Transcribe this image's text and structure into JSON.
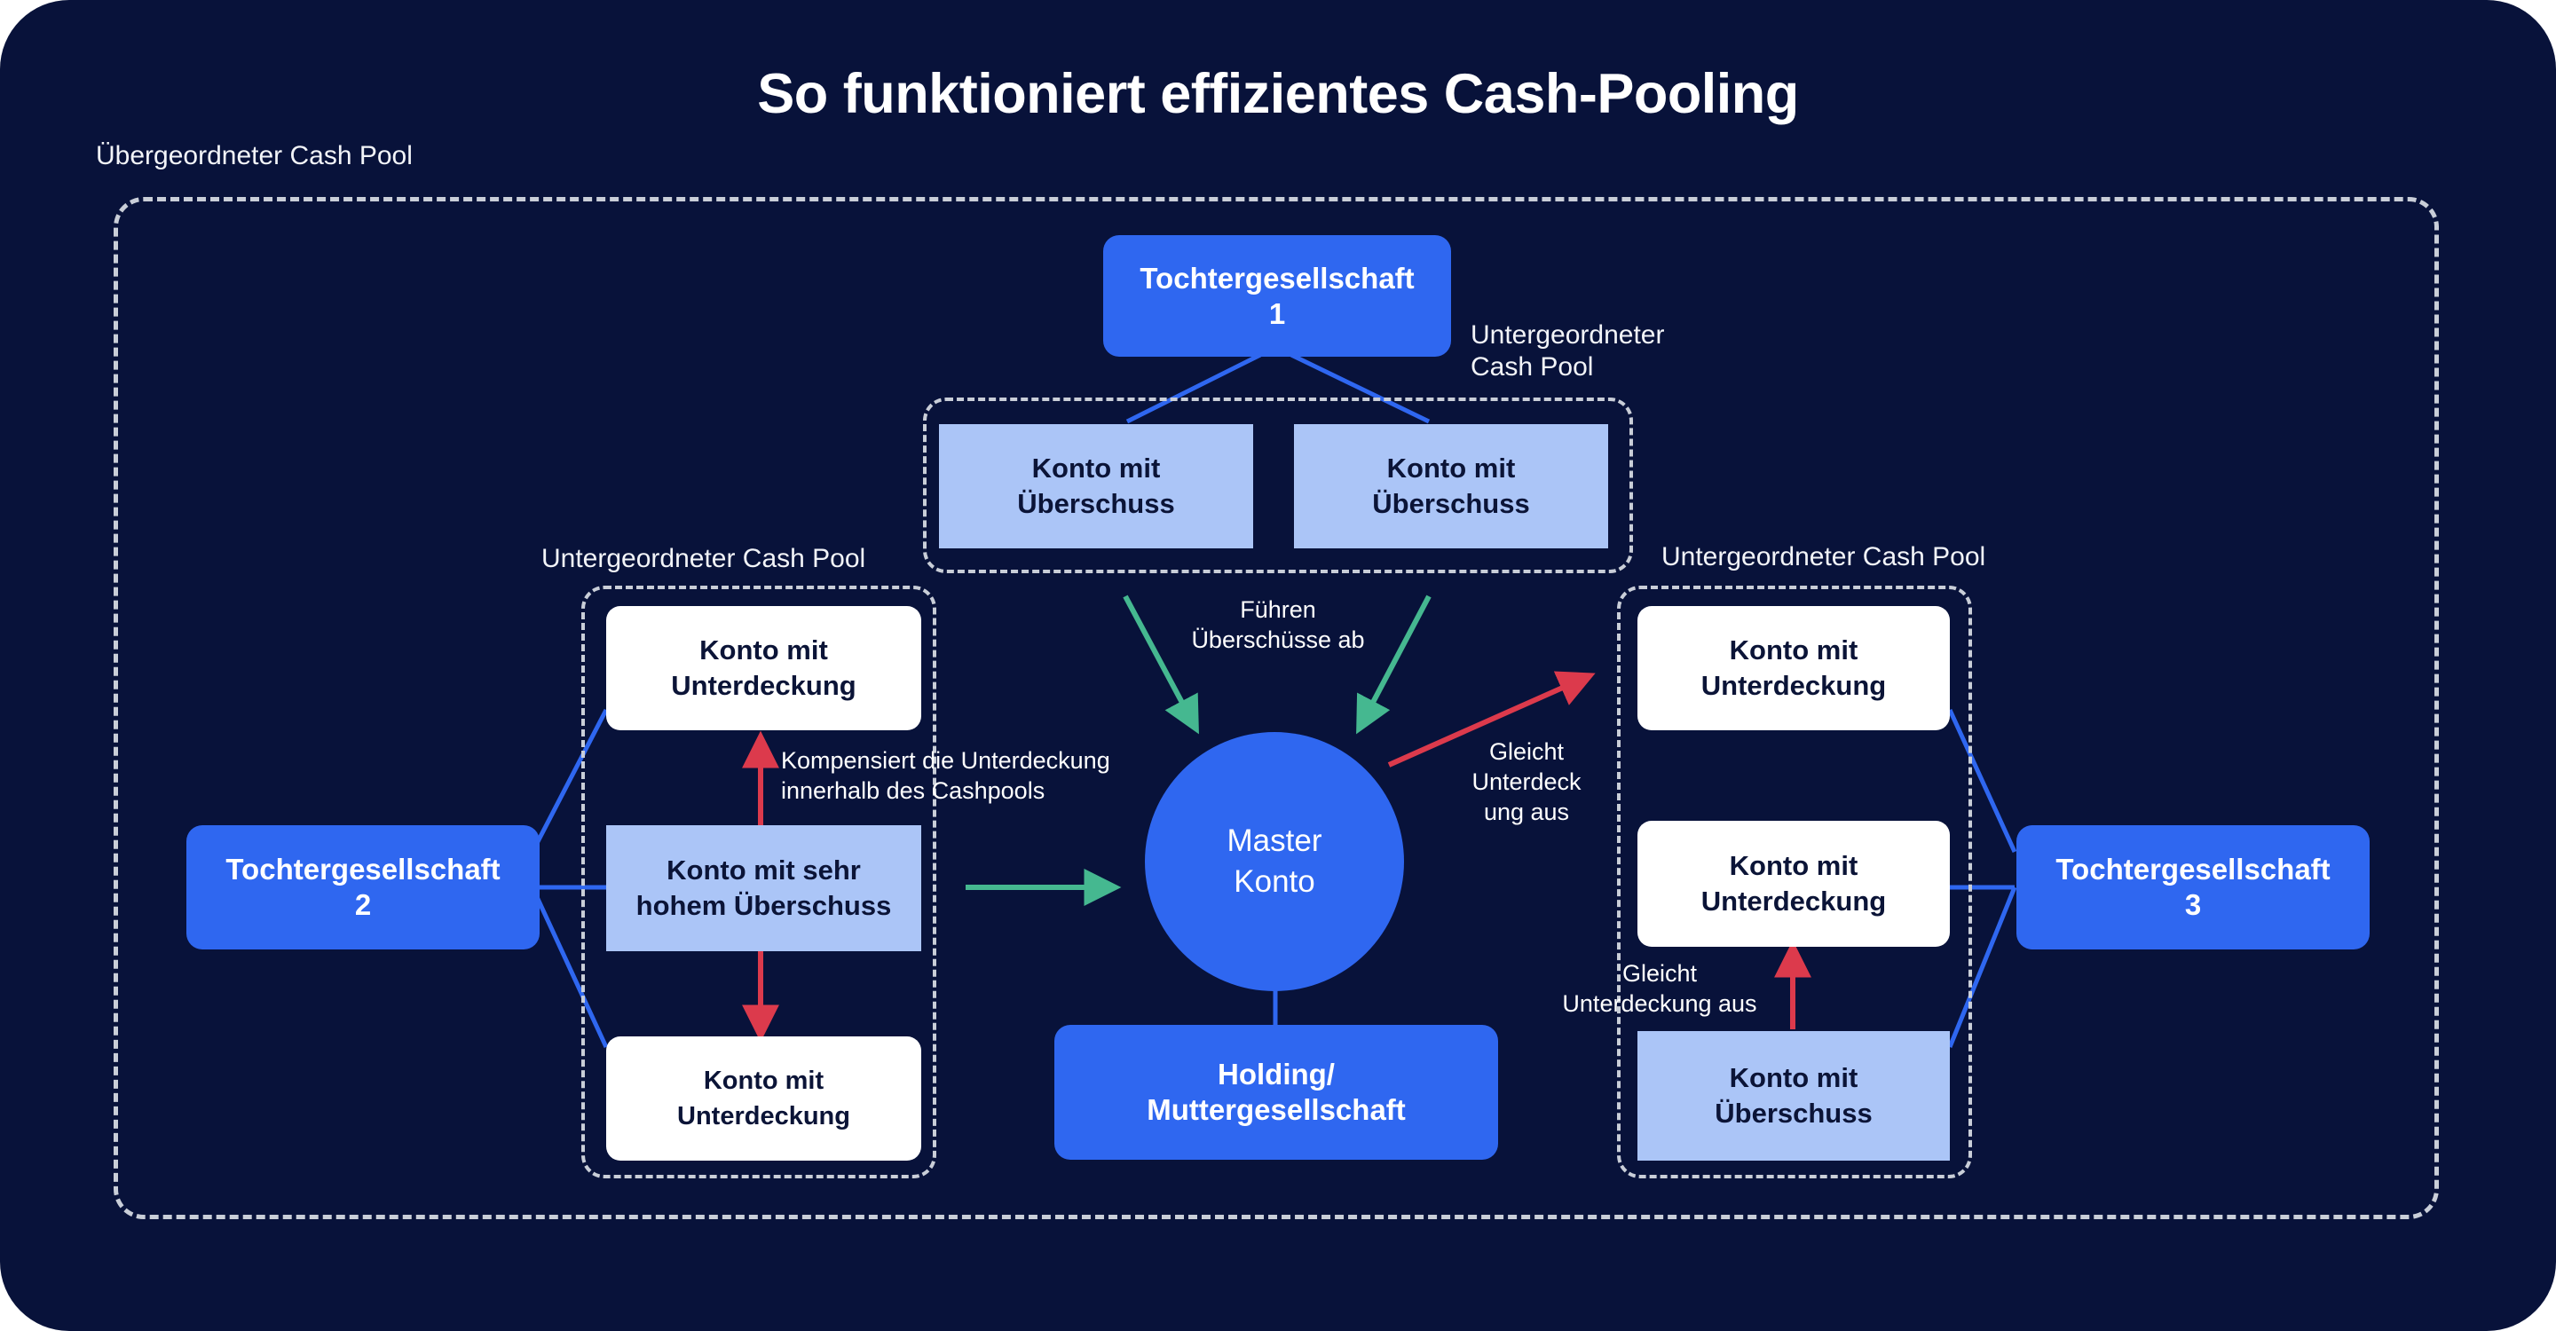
{
  "page": {
    "title": "So funktioniert effizientes Cash-Pooling",
    "background_color": "#08123a"
  },
  "colors": {
    "background": "#08123a",
    "entity_blue": "#2f67f0",
    "account_surplus_light_blue": "#abc5f7",
    "account_deficit_white": "#ffffff",
    "dashed_border": "#c9ced8",
    "arrow_green": "#45b890",
    "arrow_red": "#dc3a4c",
    "connector_blue": "#2f67f0",
    "text_light": "#ffffff",
    "text_dark": "#0b1437"
  },
  "pools": {
    "parent": {
      "label": "Übergeordneter Cash Pool"
    },
    "sub_top": {
      "label": "Untergeordneter\nCash Pool"
    },
    "sub_left": {
      "label": "Untergeordneter Cash Pool"
    },
    "sub_right": {
      "label": "Untergeordneter Cash Pool"
    }
  },
  "entities": {
    "subsidiary_1": {
      "label": "Tochtergesellschaft\n1"
    },
    "subsidiary_2": {
      "label": "Tochtergesellschaft\n2"
    },
    "subsidiary_3": {
      "label": "Tochtergesellschaft\n3"
    },
    "holding": {
      "label": "Holding/\nMuttergesellschaft"
    },
    "master_account": {
      "label": "Master\nKonto"
    }
  },
  "accounts": {
    "top_left": {
      "label": "Konto mit\nÜberschuss",
      "type": "surplus"
    },
    "top_right": {
      "label": "Konto mit\nÜberschuss",
      "type": "surplus"
    },
    "left_top": {
      "label": "Konto mit\nUnterdeckung",
      "type": "deficit"
    },
    "left_middle": {
      "label": "Konto mit sehr\nhohem Überschuss",
      "type": "surplus"
    },
    "left_bottom": {
      "label": "Konto mit\nUnterdeckung",
      "type": "deficit"
    },
    "right_top": {
      "label": "Konto mit\nUnterdeckung",
      "type": "deficit"
    },
    "right_middle": {
      "label": "Konto mit\nUnterdeckung",
      "type": "deficit"
    },
    "right_bottom": {
      "label": "Konto mit\nÜberschuss",
      "type": "surplus"
    }
  },
  "flows": {
    "to_master": {
      "label": "Führen\nÜberschüsse ab",
      "color": "#45b890"
    },
    "compensate_left": {
      "label": "Kompensiert die Unterdeckung\ninnerhalb des Cashpools",
      "color": "#dc3a4c"
    },
    "balance_right_upper": {
      "label": "Gleicht\nUnterdeck\nung aus",
      "color": "#dc3a4c"
    },
    "balance_right_lower": {
      "label": "Gleicht\nUnterdeckung aus",
      "color": "#dc3a4c"
    }
  }
}
